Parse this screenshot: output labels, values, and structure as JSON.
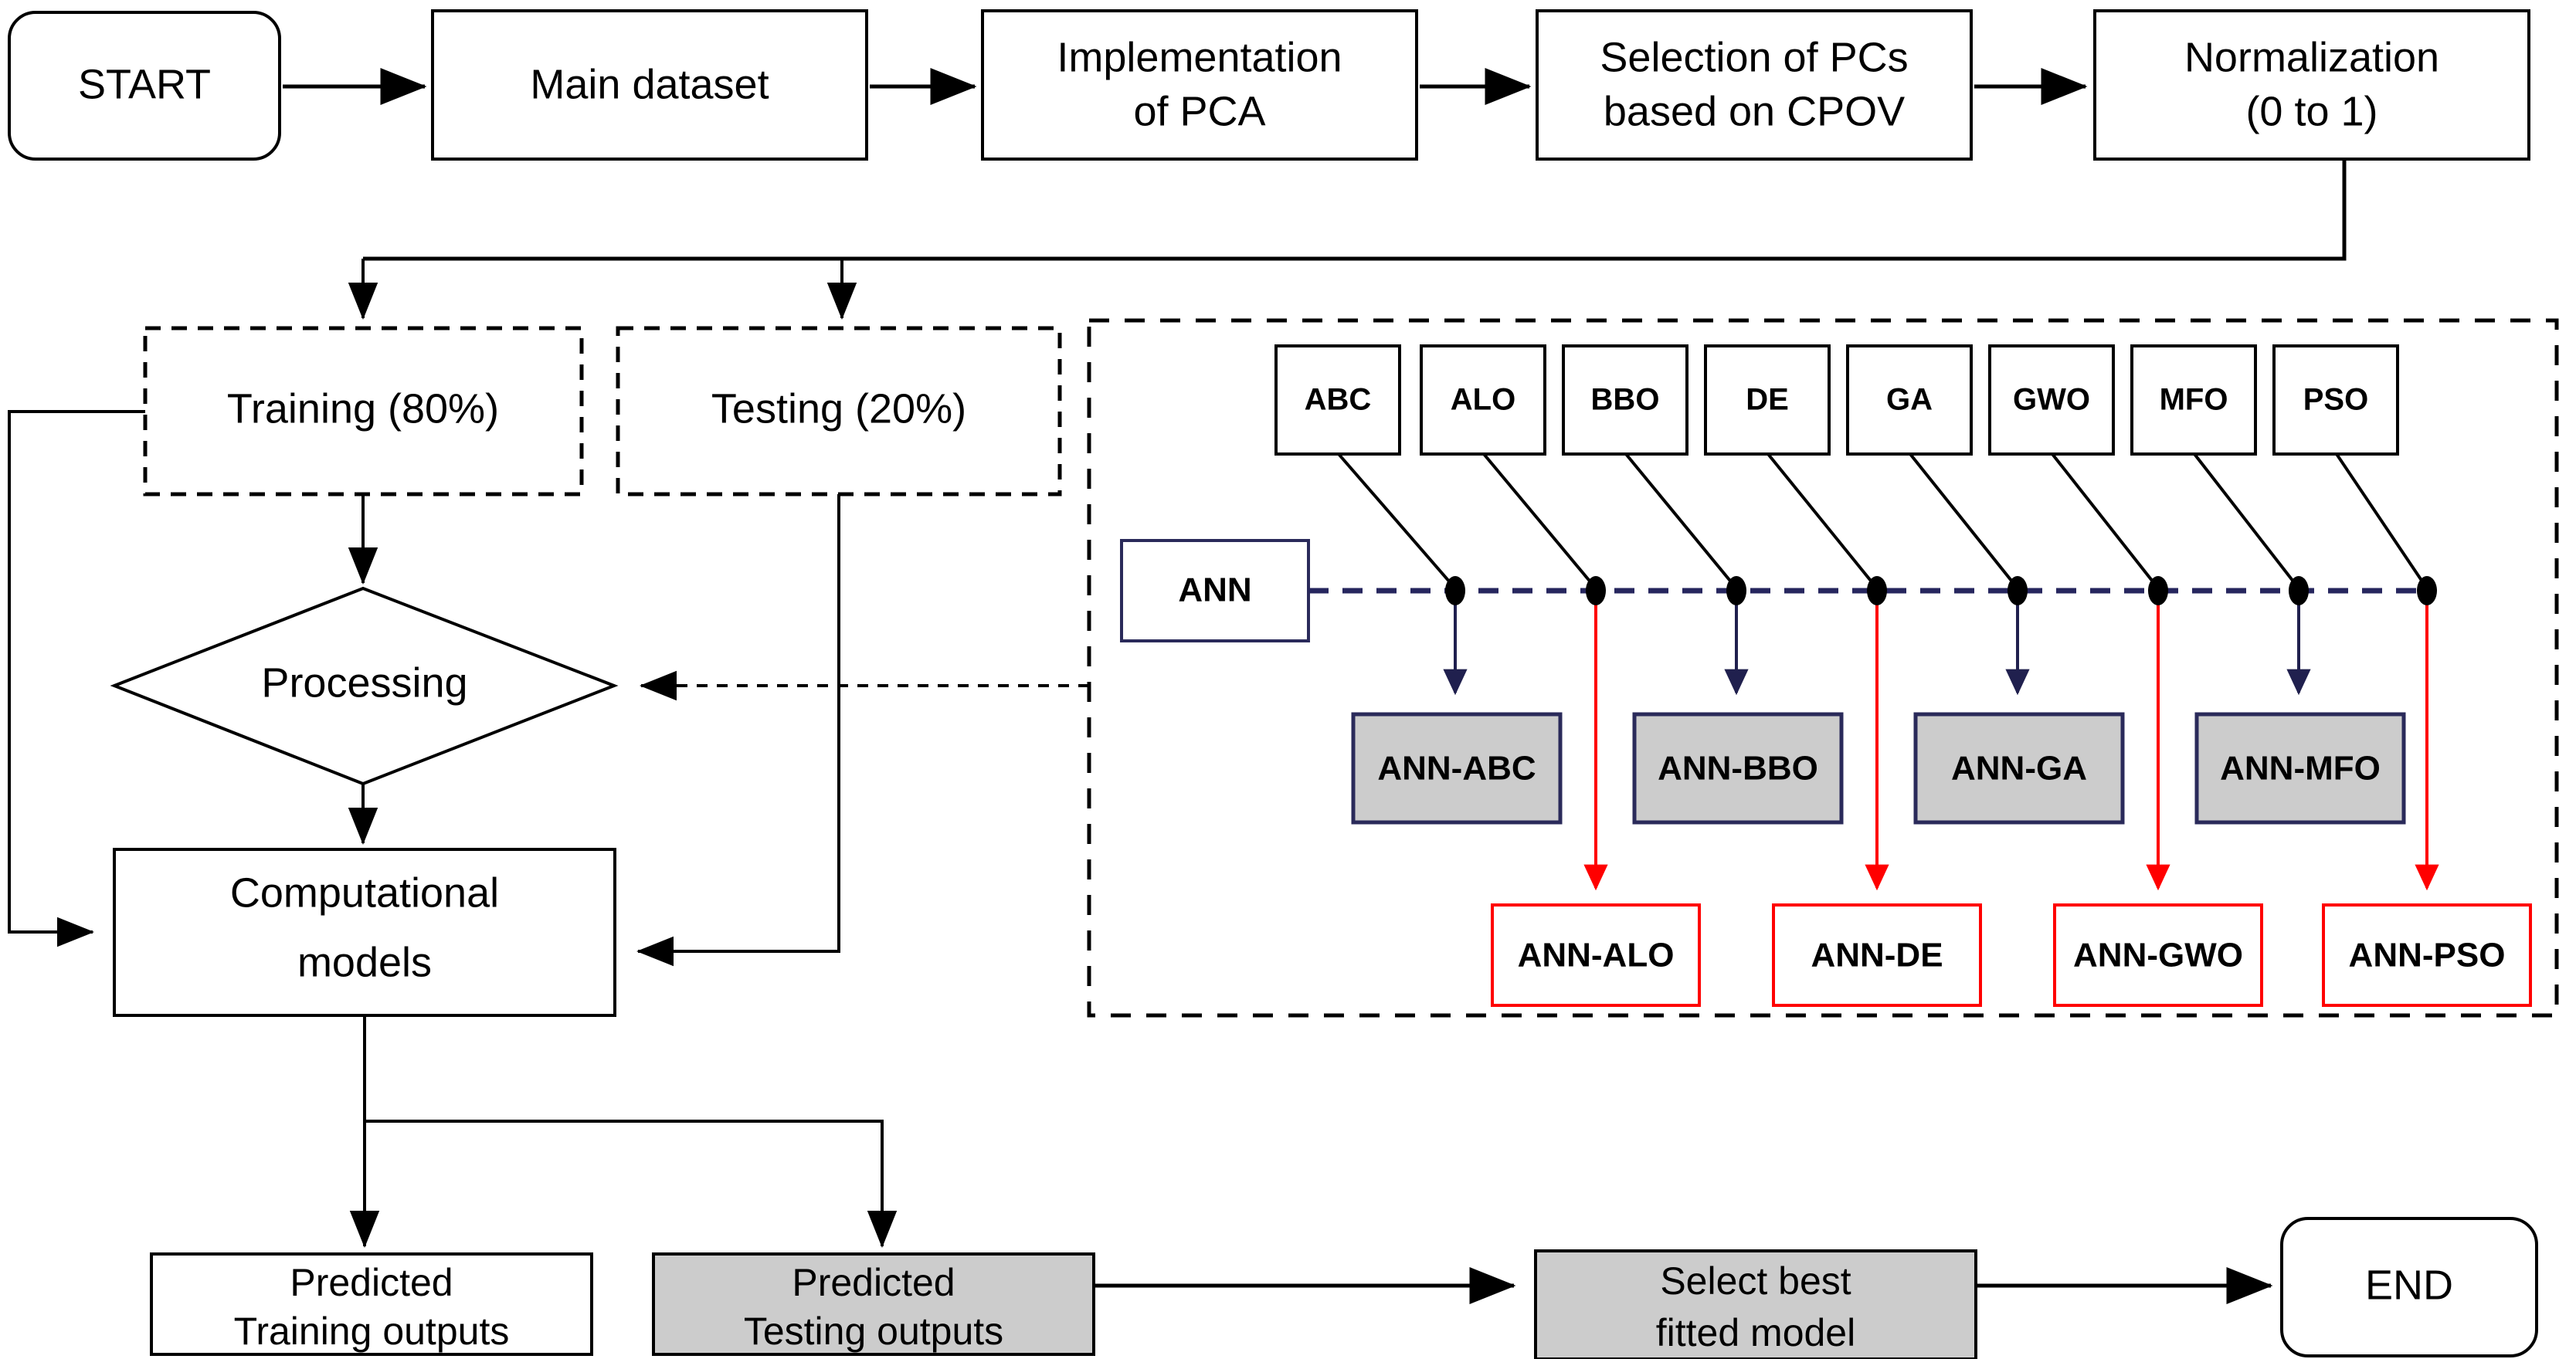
{
  "diagram": {
    "title": "PCA-ANN hybrid metaheuristic modelling flowchart",
    "colors": {
      "accent_navy": "#20204e",
      "accent_red": "#ff0000",
      "fill_gray": "#cccccc",
      "stroke_black": "#000000",
      "background": "#ffffff"
    }
  },
  "top_flow": {
    "start": "START",
    "main_dataset": "Main dataset",
    "pca_line1": "Implementation",
    "pca_line2": "of PCA",
    "pcs_line1": "Selection of PCs",
    "pcs_line2": "based on CPOV",
    "norm_line1": "Normalization",
    "norm_line2": "(0 to 1)"
  },
  "split": {
    "training": "Training (80%)",
    "testing": "Testing (20%)"
  },
  "process": {
    "decision": "Processing",
    "models_line1": "Computational",
    "models_line2": "models"
  },
  "panel": {
    "ann_label": "ANN",
    "algorithms": [
      "ABC",
      "ALO",
      "BBO",
      "DE",
      "GA",
      "GWO",
      "MFO",
      "PSO"
    ],
    "hybrid_gray": [
      "ANN-ABC",
      "ANN-BBO",
      "ANN-GA",
      "ANN-MFO"
    ],
    "hybrid_red": [
      "ANN-ALO",
      "ANN-DE",
      "ANN-GWO",
      "ANN-PSO"
    ]
  },
  "outputs": {
    "pred_train_line1": "Predicted",
    "pred_train_line2": "Training outputs",
    "pred_test_line1": "Predicted",
    "pred_test_line2": "Testing outputs",
    "select_line1": "Select best",
    "select_line2": "fitted model",
    "end": "END"
  }
}
